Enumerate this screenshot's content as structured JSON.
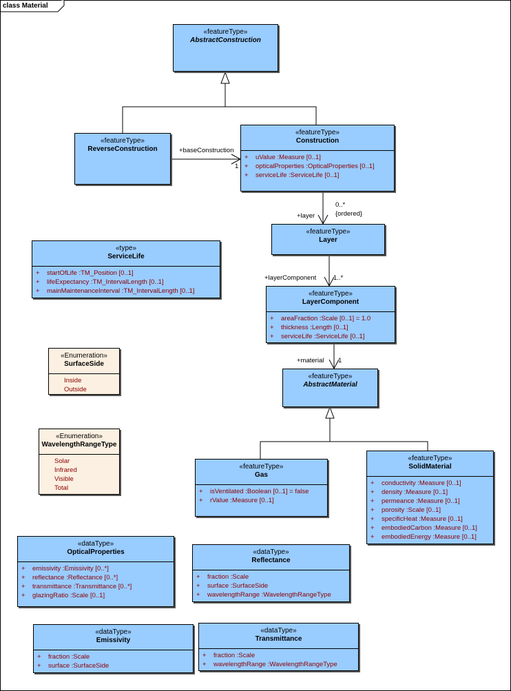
{
  "frame": {
    "title": "class Material"
  },
  "classes": {
    "abstract_construction": {
      "stereotype": "«featureType»",
      "name": "AbstractConstruction"
    },
    "reverse_construction": {
      "stereotype": "«featureType»",
      "name": "ReverseConstruction"
    },
    "construction": {
      "stereotype": "«featureType»",
      "name": "Construction",
      "attributes": [
        {
          "vis": "+",
          "text": "uValue  :Measure [0..1]"
        },
        {
          "vis": "+",
          "text": "opticalProperties  :OpticalProperties [0..1]"
        },
        {
          "vis": "+",
          "text": "serviceLife  :ServiceLife [0..1]"
        }
      ]
    },
    "layer": {
      "stereotype": "«featureType»",
      "name": "Layer"
    },
    "service_life": {
      "stereotype": "«type»",
      "name": "ServiceLife",
      "attributes": [
        {
          "vis": "+",
          "text": "startOfLife  :TM_Position [0..1]"
        },
        {
          "vis": "+",
          "text": "lifeExpectancy  :TM_IntervalLength [0..1]"
        },
        {
          "vis": "+",
          "text": "mainMaintenanceInterval  :TM_IntervalLength [0..1]"
        }
      ]
    },
    "layer_component": {
      "stereotype": "«featureType»",
      "name": "LayerComponent",
      "attributes": [
        {
          "vis": "+",
          "text": "areaFraction  :Scale [0..1] = 1.0"
        },
        {
          "vis": "+",
          "text": "thickness  :Length [0..1]"
        },
        {
          "vis": "+",
          "text": "serviceLife  :ServiceLife [0..1]"
        }
      ]
    },
    "surface_side": {
      "stereotype": "«Enumeration»",
      "name": "SurfaceSide",
      "literals": [
        "Inside",
        "Outside"
      ]
    },
    "abstract_material": {
      "stereotype": "«featureType»",
      "name": "AbstractMaterial"
    },
    "wavelength_range_type": {
      "stereotype": "«Enumeration»",
      "name": "WavelengthRangeType",
      "literals": [
        "Solar",
        "Infrared",
        "Visible",
        "Total"
      ]
    },
    "gas": {
      "stereotype": "«featureType»",
      "name": "Gas",
      "attributes": [
        {
          "vis": "+",
          "text": "isVentilated  :Boolean [0..1] = false"
        },
        {
          "vis": "+",
          "text": "rValue  :Measure [0..1]"
        }
      ]
    },
    "solid_material": {
      "stereotype": "«featureType»",
      "name": "SolidMaterial",
      "attributes": [
        {
          "vis": "+",
          "text": "conductivity  :Measure [0..1]"
        },
        {
          "vis": "+",
          "text": "density  :Measure [0..1]"
        },
        {
          "vis": "+",
          "text": "permeance  :Measure [0..1]"
        },
        {
          "vis": "+",
          "text": "porosity  :Scale [0..1]"
        },
        {
          "vis": "+",
          "text": "specificHeat  :Measure [0..1]"
        },
        {
          "vis": "+",
          "text": "embodiedCarbon  :Measure [0..1]"
        },
        {
          "vis": "+",
          "text": "embodiedEnergy  :Measure [0..1]"
        }
      ]
    },
    "optical_properties": {
      "stereotype": "«dataType»",
      "name": "OpticalProperties",
      "attributes": [
        {
          "vis": "+",
          "text": "emissivity  :Emissivity [0..*]"
        },
        {
          "vis": "+",
          "text": "reflectance  :Reflectance [0..*]"
        },
        {
          "vis": "+",
          "text": "transmittance  :Transmittance [0..*]"
        },
        {
          "vis": "+",
          "text": "glazingRatio  :Scale [0..1]"
        }
      ]
    },
    "reflectance": {
      "stereotype": "«dataType»",
      "name": "Reflectance",
      "attributes": [
        {
          "vis": "+",
          "text": "fraction  :Scale"
        },
        {
          "vis": "+",
          "text": "surface  :SurfaceSide"
        },
        {
          "vis": "+",
          "text": "wavelengthRange  :WavelengthRangeType"
        }
      ]
    },
    "emissivity": {
      "stereotype": "«dataType»",
      "name": "Emissivity",
      "attributes": [
        {
          "vis": "+",
          "text": "fraction  :Scale"
        },
        {
          "vis": "+",
          "text": "surface  :SurfaceSide"
        }
      ]
    },
    "transmittance": {
      "stereotype": "«dataType»",
      "name": "Transmittance",
      "attributes": [
        {
          "vis": "+",
          "text": "fraction  :Scale"
        },
        {
          "vis": "+",
          "text": "wavelengthRange  :WavelengthRangeType"
        }
      ]
    }
  },
  "labels": {
    "base_construction_role": "+baseConstruction",
    "base_construction_mult": "1",
    "layer_role": "+layer",
    "layer_mult": "0..*",
    "layer_ordered": "{ordered}",
    "layer_component_role": "+layerComponent",
    "layer_component_mult": "1..*",
    "material_role": "+material",
    "material_mult": "1"
  }
}
